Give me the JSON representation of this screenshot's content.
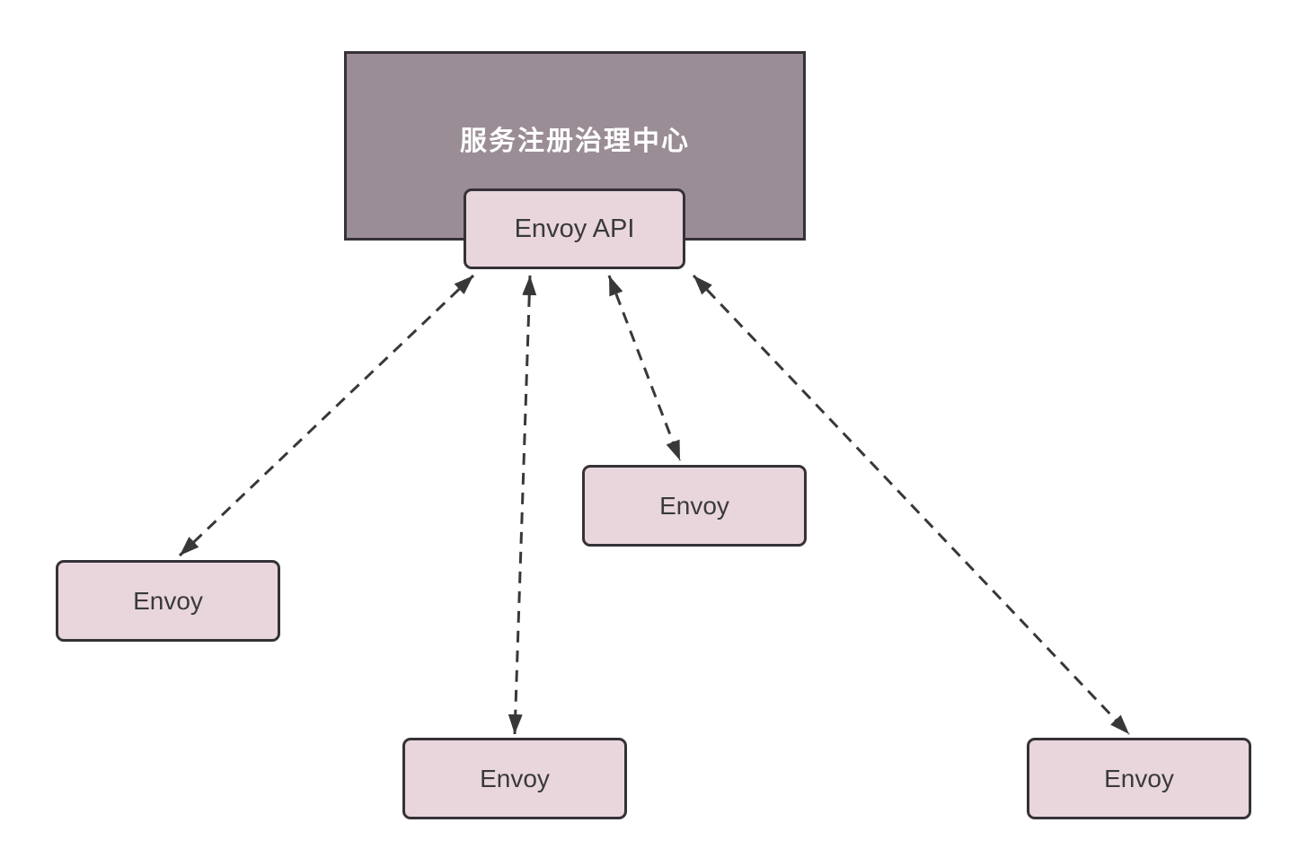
{
  "diagram": {
    "title_box": {
      "label": "服务注册治理中心"
    },
    "api_box": {
      "label": "Envoy API"
    },
    "envoy_boxes": [
      {
        "id": "left",
        "label": "Envoy"
      },
      {
        "id": "mid-right",
        "label": "Envoy"
      },
      {
        "id": "bottom-middle",
        "label": "Envoy"
      },
      {
        "id": "bottom-right",
        "label": "Envoy"
      }
    ],
    "connections": [
      {
        "from": "envoy-api",
        "to": "envoy-left",
        "style": "dashed-double-arrow"
      },
      {
        "from": "envoy-api",
        "to": "envoy-bottom-middle",
        "style": "dashed-double-arrow"
      },
      {
        "from": "envoy-api",
        "to": "envoy-mid-right",
        "style": "dashed-double-arrow"
      },
      {
        "from": "envoy-api",
        "to": "envoy-bottom-right",
        "style": "dashed-double-arrow"
      }
    ],
    "colors": {
      "title_box_fill": "#9a8d95",
      "title_box_text": "#ffffff",
      "node_fill": "#e9d6dd",
      "node_border": "#353237",
      "node_text": "#3a3a3a",
      "arrow": "#3a373b",
      "background": "#ffffff"
    }
  }
}
